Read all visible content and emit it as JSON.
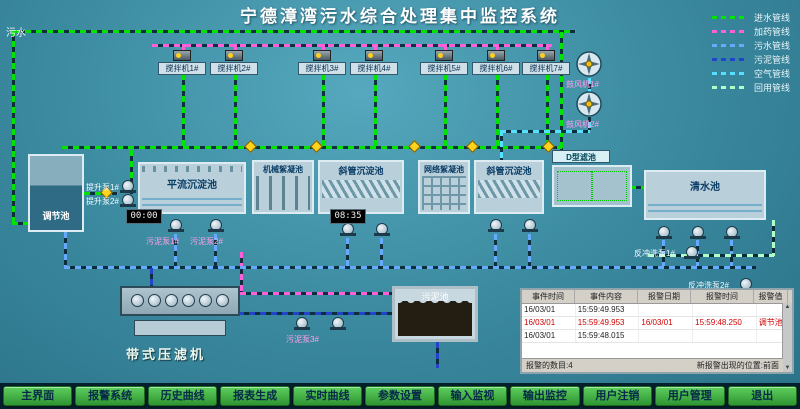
{
  "title": "宁德漳湾污水综合处理集中监控系统",
  "sewage_label": "污水",
  "legend": {
    "items": [
      {
        "label": "进水管线",
        "color": "#00e400"
      },
      {
        "label": "加药管线",
        "color": "#ff5fd8"
      },
      {
        "label": "污水管线",
        "color": "#66aaff"
      },
      {
        "label": "污泥管线",
        "color": "#2244cc"
      },
      {
        "label": "空气管线",
        "color": "#55e0ff"
      },
      {
        "label": "回用管线",
        "color": "#b0ffc8"
      }
    ]
  },
  "mixers": [
    {
      "label": "搅拌机1#"
    },
    {
      "label": "搅拌机2#"
    },
    {
      "label": "搅拌机3#"
    },
    {
      "label": "搅拌机4#"
    },
    {
      "label": "搅拌机5#"
    },
    {
      "label": "搅拌机6#"
    },
    {
      "label": "搅拌机7#"
    }
  ],
  "blowers": [
    {
      "label": "鼓风机1#"
    },
    {
      "label": "鼓风机2#"
    }
  ],
  "tanks": {
    "regulation": "调节池",
    "horizontal_flow": "平流沉淀池",
    "mechanical_floc": "机械絮凝池",
    "inclined_tube_1": "斜管沉淀池",
    "grid_floc": "网络絮凝池",
    "inclined_tube_2": "斜管沉淀池",
    "d_filter": "D型滤池",
    "clean_water": "清水池",
    "sludge_pool": "污泥池",
    "belt_press": "带式压滤机"
  },
  "pumps": {
    "lift1": "提升泵1#",
    "lift2": "提升泵2#",
    "sludge1": "污泥泵1#",
    "sludge2": "污泥泵2#",
    "sludge3": "污泥泵3#",
    "backwash1": "反冲洗泵1#",
    "backwash2": "反冲洗泵2#"
  },
  "timers": {
    "t1": "00:00",
    "t2": "08:35"
  },
  "alarm_panel": {
    "headers": [
      "事件时间",
      "事件内容",
      "报警日期",
      "报警时间",
      "报警值"
    ],
    "rows": [
      {
        "cells": [
          "16/03/01",
          "15:59:49.953",
          "",
          "",
          ""
        ]
      },
      {
        "cells": [
          "16/03/01",
          "15:59:49.953",
          "16/03/01",
          "15:59:48.250",
          "调节池液位"
        ]
      },
      {
        "cells": [
          "16/03/01",
          "15:59:48.015",
          "",
          "",
          ""
        ]
      }
    ],
    "footer_count": "报警的数目:4",
    "footer_pos": "新报警出现的位置:前面",
    "scroll_up": "▲",
    "scroll_down": "▼"
  },
  "menu": {
    "buttons": [
      "主界面",
      "报警系统",
      "历史曲线",
      "报表生成",
      "实时曲线",
      "参数设置",
      "输入监视",
      "输出监控",
      "用户注销",
      "用户管理",
      "退出"
    ]
  }
}
